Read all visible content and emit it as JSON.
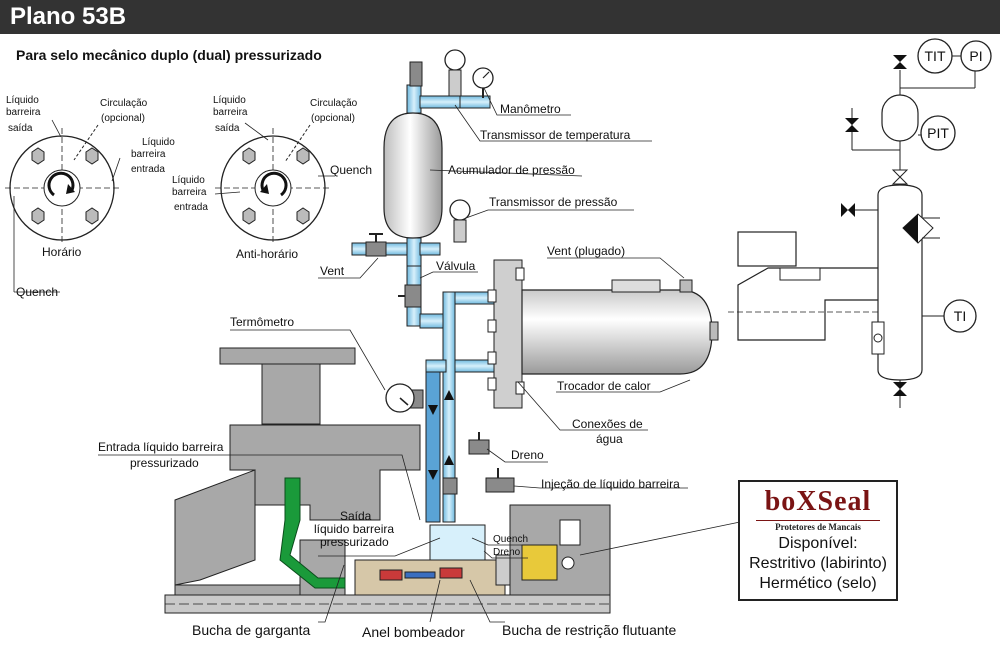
{
  "header": {
    "title": "Plano 53B",
    "subtitle": "Para selo mecânico duplo (dual)  pressurizado"
  },
  "left_views": {
    "view1": {
      "line1": "Líquido",
      "line2": "barreira",
      "line3": "saída",
      "circ1": "Circulação",
      "circ2": "(opcional)",
      "entrada1": "Líquido",
      "entrada2": "barreira",
      "entrada3": "entrada",
      "caption": "Horário",
      "quench": "Quench"
    },
    "view2": {
      "line1": "Líquido",
      "line2": "barreira",
      "line3": "saída",
      "circ1": "Circulação",
      "circ2": "(opcional)",
      "entrada1": "Líquido",
      "entrada2": "barreira",
      "entrada3": "entrada",
      "caption": "Anti-horário",
      "quench": "Quench"
    }
  },
  "labels": {
    "manometro": "Manômetro",
    "transmissor_temp": "Transmissor de temperatura",
    "acumulador": "Acumulador de pressão",
    "transmissor_pressao": "Transmissor de pressão",
    "vent": "Vent",
    "valvula": "Válvula",
    "vent_plugado": "Vent (plugado)",
    "termometro": "Termômetro",
    "trocador": "Trocador de calor",
    "conexoes1": "Conexões de",
    "conexoes2": "água",
    "entrada_barreira1": "Entrada líquido barreira",
    "entrada_barreira2": "pressurizado",
    "dreno": "Dreno",
    "injecao": "Injeção de líquido barreira",
    "saida1": "Saída",
    "saida2": "líquido barreira",
    "saida3": "pressurizado",
    "quench": "Quench",
    "dreno2": "Dreno",
    "bucha_garganta": "Bucha de garganta",
    "anel": "Anel bombeador",
    "bucha_restricao": "Bucha de restrição flutuante"
  },
  "instruments": {
    "tit": "TIT",
    "pi": "PI",
    "pit": "PIT",
    "ti": "TI"
  },
  "boxseal": {
    "logo": "boXSeal",
    "tagline": "Protetores de Mancais",
    "line1": "Disponível:",
    "line2": "Restritivo (labirinto)",
    "line3": "Hermético (selo)"
  },
  "colors": {
    "header_bg": "#333333",
    "pipe_blue": "#9fd3ec",
    "flow_blue": "#3a7ec0",
    "casing_gray": "#a8a8a8",
    "green": "#1a9a3a",
    "brand": "#7a1414"
  }
}
